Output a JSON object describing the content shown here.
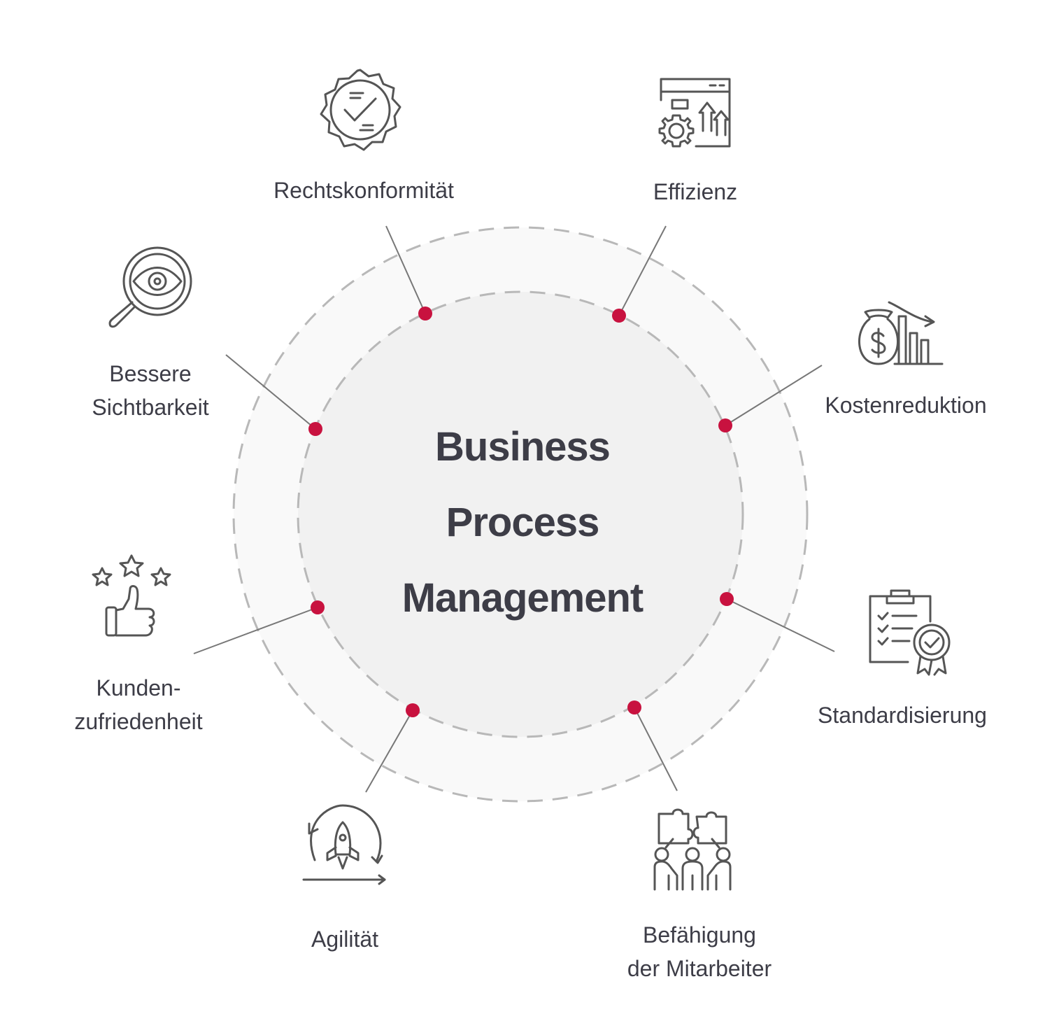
{
  "center": {
    "line1": "Business",
    "line2": "Process",
    "line3": "Management"
  },
  "nodes": [
    {
      "id": "rechtskonformitaet",
      "lines": [
        "Rechtskonformität"
      ],
      "icon": "certified-seal-icon"
    },
    {
      "id": "effizienz",
      "lines": [
        "Effizienz"
      ],
      "icon": "efficiency-dashboard-icon"
    },
    {
      "id": "kostenreduktion",
      "lines": [
        "Kostenreduktion"
      ],
      "icon": "money-bag-decline-icon"
    },
    {
      "id": "standardisierung",
      "lines": [
        "Standardisierung"
      ],
      "icon": "checklist-badge-icon"
    },
    {
      "id": "befaehigung",
      "lines": [
        "Befähigung",
        "der Mitarbeiter"
      ],
      "icon": "team-puzzle-icon"
    },
    {
      "id": "agilitaet",
      "lines": [
        "Agilität"
      ],
      "icon": "rocket-cycle-icon"
    },
    {
      "id": "kundenzufriedenheit",
      "lines": [
        "Kunden-",
        "zufriedenheit"
      ],
      "icon": "thumbs-up-stars-icon"
    },
    {
      "id": "sichtbarkeit",
      "lines": [
        "Bessere",
        "Sichtbarkeit"
      ],
      "icon": "magnifier-eye-icon"
    }
  ],
  "colors": {
    "dot": "#c8123f",
    "text": "#3d3d47",
    "line": "#777777",
    "dash": "#b8b8b8",
    "outer_fill": "#f9f9f9",
    "inner_fill": "#f1f1f1",
    "icon_stroke": "#555555"
  }
}
